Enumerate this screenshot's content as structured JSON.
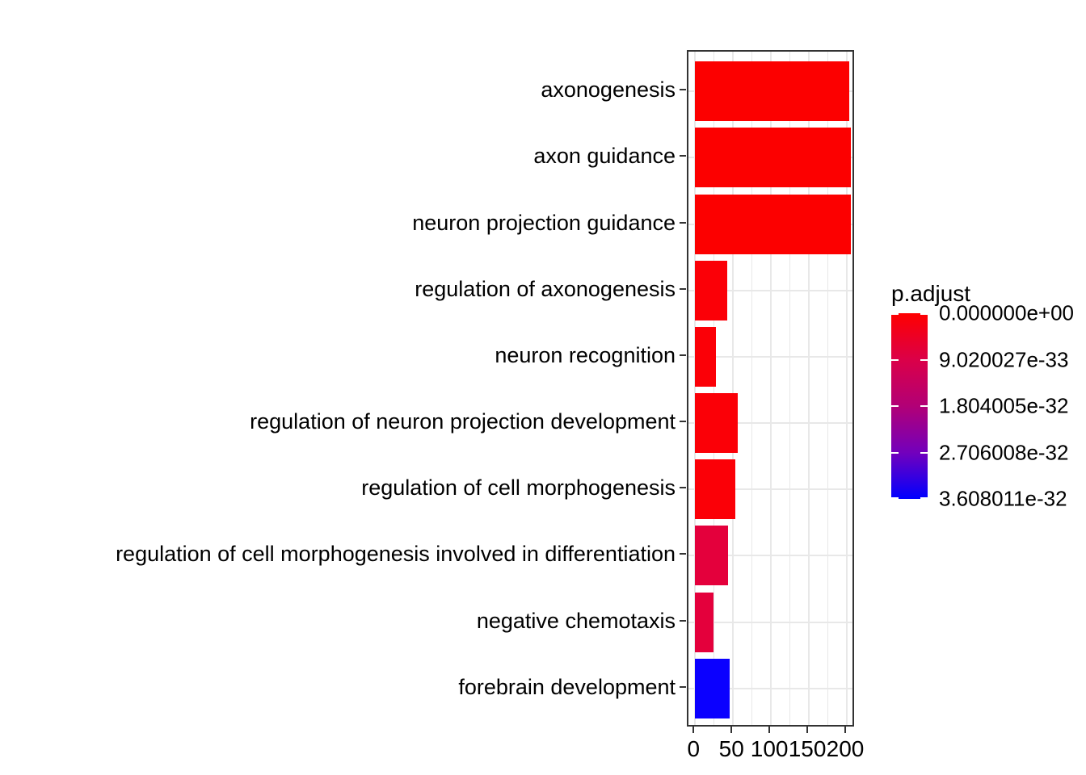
{
  "chart_data": {
    "type": "bar",
    "orientation": "horizontal",
    "title": "",
    "xlabel": "",
    "ylabel": "",
    "categories": [
      "axonogenesis",
      "axon guidance",
      "neuron projection guidance",
      "regulation of axonogenesis",
      "neuron recognition",
      "regulation of neuron projection development",
      "regulation of cell morphogenesis",
      "regulation of cell morphogenesis involved in differentiation",
      "negative chemotaxis",
      "forebrain development"
    ],
    "values": [
      203,
      205,
      205,
      42,
      27,
      56,
      53,
      43,
      24,
      46
    ],
    "bar_colors": [
      "#fc0000",
      "#fc0000",
      "#fc0000",
      "#fb0007",
      "#fb0007",
      "#fb0007",
      "#fb0007",
      "#e4003c",
      "#e4003c",
      "#0b00ff"
    ],
    "xlim": [
      0,
      211.7
    ],
    "x_ticks": [
      0,
      50,
      100,
      150,
      200
    ],
    "x_tick_labels": [
      "0",
      "50",
      "100",
      "150",
      "200"
    ],
    "x_minor_ticks": [
      25,
      75,
      125,
      175
    ],
    "grid": true,
    "legend": {
      "title": "p.adjust",
      "position": "right",
      "labels": [
        "0.000000e+00",
        "9.020027e-33",
        "1.804005e-32",
        "2.706008e-32",
        "3.608011e-32"
      ],
      "gradient_stops": [
        "#ff0000",
        "#db0048",
        "#b20076",
        "#7300bc",
        "#0000ff"
      ]
    },
    "colors": {
      "grid": "#e8e8e8",
      "panel_border": "#333333",
      "tick": "#333333",
      "text": "#000000",
      "background": "#ffffff"
    }
  }
}
